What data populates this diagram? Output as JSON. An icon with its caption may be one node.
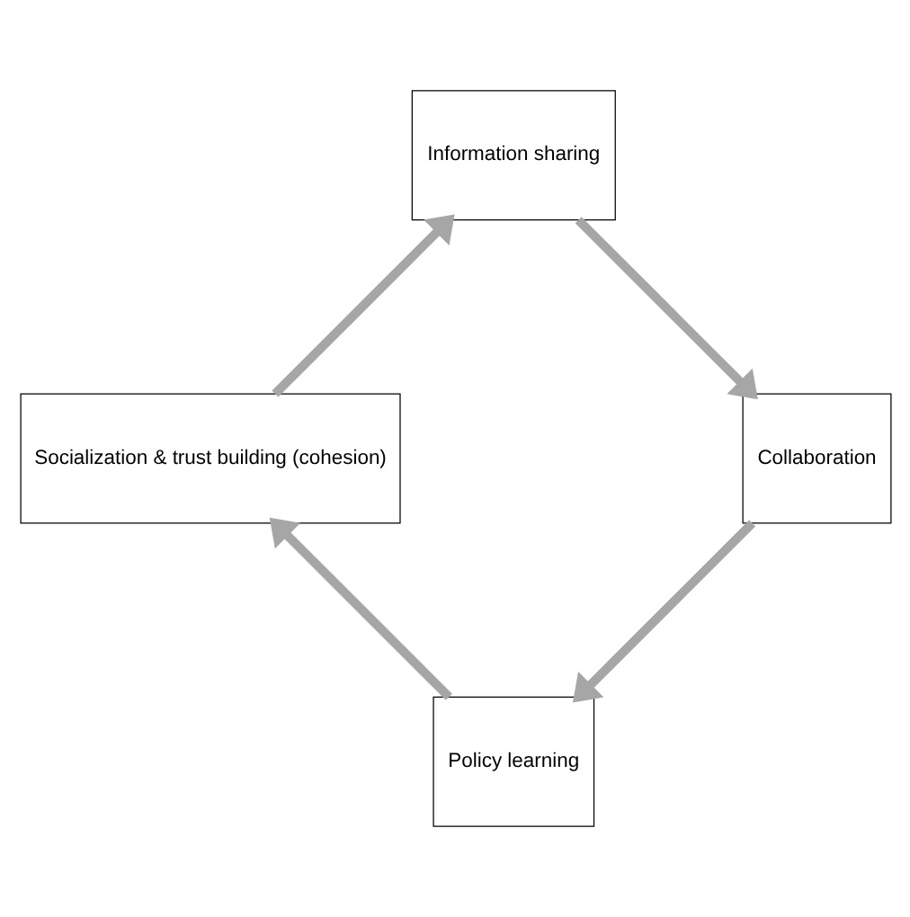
{
  "diagram": {
    "nodes": [
      {
        "text": [
          "Policy learning"
        ]
      },
      {
        "text": [
          "Socialization & trust building (cohesion)"
        ]
      },
      {
        "text": [
          "Information sharing"
        ]
      },
      {
        "text": [
          "Collaboration"
        ]
      }
    ],
    "edges": [
      {
        "from": 0,
        "to": 1,
        "arrow": "to"
      },
      {
        "from": 1,
        "to": 2,
        "arrow": "to"
      },
      {
        "from": 2,
        "to": 3,
        "arrow": "to"
      },
      {
        "from": 3,
        "to": 0,
        "arrow": "to"
      }
    ]
  }
}
